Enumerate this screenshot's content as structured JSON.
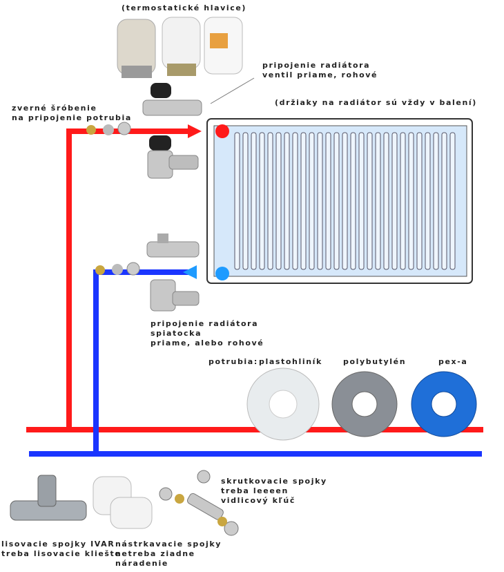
{
  "labels": {
    "thermostatic_heads": "(termostatické hlavice)",
    "radiator_connection_supply": [
      "pripojenie radiátora",
      "ventil priame, rohové"
    ],
    "brackets_note": "(držiaky na radiátor sú vždy v balení)",
    "compression_fitting": [
      "zverné šróbenie",
      "na pripojenie potrubia"
    ],
    "radiator_connection_return": [
      "pripojenie radiátora",
      "spiatocka",
      "priame, alebo rohové"
    ],
    "pipes_prefix": "potrubia:",
    "pipe_types": [
      "plastohliník",
      "polybutylén",
      "pex-a"
    ],
    "press_fittings": [
      "lisovacie spojky IVAR",
      "treba lisovacie kliešte"
    ],
    "push_fittings": [
      "nástrkavacie spojky",
      "netreba ziadne",
      "náradenie"
    ],
    "screw_fittings": [
      "skrutkovacie spojky",
      "treba leeeen",
      "vidlicový kľúč"
    ]
  },
  "colors": {
    "supply": "#ff1a1a",
    "return": "#1a35ff",
    "return_arrow": "#1e9bff",
    "radiator": "#d6e8fa",
    "pex_a": "#1f6fd8",
    "polybutylene": "#8a8f96",
    "alupex": "#e8ecee"
  }
}
